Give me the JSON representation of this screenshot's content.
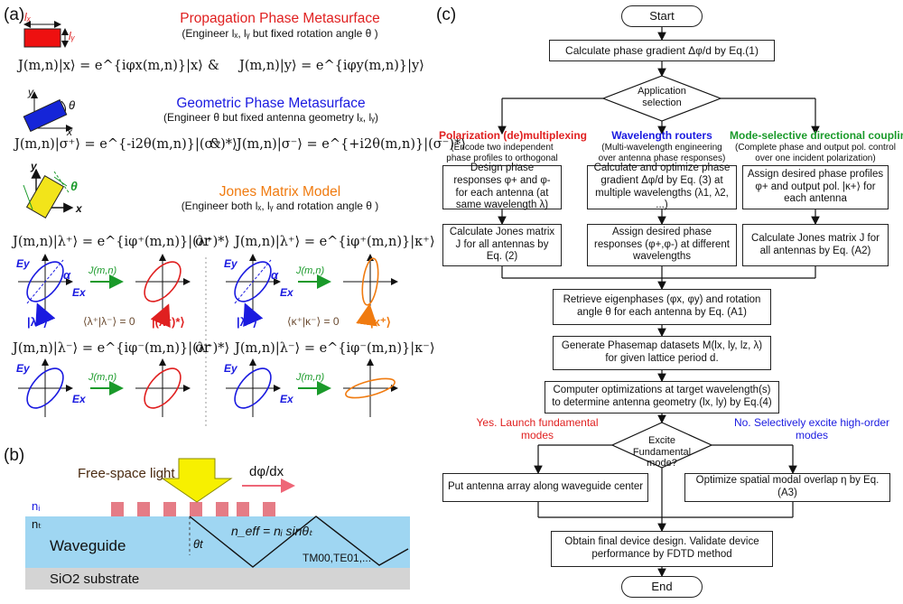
{
  "panels": {
    "a": "(a)",
    "b": "(b)",
    "c": "(c)"
  },
  "panel_a": {
    "propagation": {
      "title": "Propagation Phase Metasurface",
      "subtitle": "(Engineer lₓ, lᵧ but fixed rotation angle θ )",
      "eq_left": "J(m,n)|x⟩ = e^{iφx(m,n)}|x⟩",
      "amp": "&",
      "eq_right": "J(m,n)|y⟩ = e^{iφy(m,n)}|y⟩",
      "lx": "lₓ",
      "ly": "lᵧ"
    },
    "geometric": {
      "title": "Geometric Phase Metasurface",
      "subtitle": "(Engineer θ but fixed antenna geometry lₓ, lᵧ)",
      "eq_left": "J(m,n)|σ⁺⟩ = e^{-i2θ(m,n)}|(σ⁺)*⟩",
      "amp": "&",
      "eq_right": "J(m,n)|σ⁻⟩ = e^{+i2θ(m,n)}|(σ⁻)*⟩",
      "x": "x",
      "y": "y",
      "theta": "θ"
    },
    "jones": {
      "title": "Jones Matrix Model",
      "subtitle": "(Engineer both lₓ, lᵧ and rotation angle θ )",
      "x": "x",
      "y": "y",
      "theta": "θ",
      "eq1": "J(m,n)|λ⁺⟩ = e^{iφ⁺(m,n)}|(λ⁺)*⟩",
      "or1": "or",
      "eq2": "J(m,n)|λ⁺⟩ = e^{iφ⁺(m,n)}|κ⁺⟩",
      "eq3": "J(m,n)|λ⁻⟩ = e^{iφ⁻(m,n)}|(λ⁻)*⟩",
      "or2": "or",
      "eq4": "J(m,n)|λ⁻⟩ = e^{iφ⁻(m,n)}|κ⁻⟩",
      "ey": "Ey",
      "ex": "Ex",
      "jmn": "J(m,n)",
      "alpha": "α",
      "lam_plus": "|λ⁺⟩",
      "lam_plus_star": "|(λ⁺)*⟩",
      "kappa_plus": "|κ⁺⟩",
      "ortho_lam": "⟨λ⁺|λ⁻⟩ = 0",
      "ortho_kappa": "⟨κ⁺|κ⁻⟩ = 0"
    }
  },
  "panel_b": {
    "free_space": "Free-space light",
    "dphi": "dφ/dx",
    "ni": "nᵢ",
    "nt": "nₜ",
    "waveguide": "Waveguide",
    "theta_t": "θt",
    "neff": "n_eff = nᵢ sinθₜ",
    "modes": "TM00,TE01,...",
    "substrate": "SiO2 substrate"
  },
  "flow": {
    "start": "Start",
    "step1": "Calculate phase gradient Δφ/d by Eq.(1)",
    "decision1": "Application selection",
    "col1": {
      "title": "Polarization (de)multiplexing",
      "desc": "(Encode two independent phase profiles to orthogonal inc. pol.)",
      "box1": "Design phase responses φ+ and φ- for each antenna (at same wavelength λ)",
      "box2": "Calculate Jones matrix J for all antennas by Eq. (2)"
    },
    "col2": {
      "title": "Wavelength routers",
      "desc": "(Multi-wavelength engineering over antenna phase responses)",
      "box1": "Calculate and optimize phase gradient Δφ/d by Eq. (3) at multiple wavelengths (λ1, λ2, ...)",
      "box2": "Assign desired phase responses (φ+,φ-) at different wavelengths"
    },
    "col3": {
      "title": "Mode-selective directional coupling",
      "desc": "(Complete phase and output pol. control over one incident polarization)",
      "box1": "Assign desired phase profiles φ+ and output pol. |κ+⟩ for each antenna",
      "box2": "Calculate Jones matrix J for all antennas by Eq. (A2)"
    },
    "step2": "Retrieve eigenphases (φx, φy) and rotation angle θ for each antenna by Eq. (A1)",
    "step3": "Generate Phasemap datasets M(lx, ly, lz, λ) for given lattice period d.",
    "step4": "Computer optimizations at target wavelength(s) to determine antenna geometry (lx, ly) by Eq.(4)",
    "decision2": "Excite Fundamental mode?",
    "yes": "Yes. Launch fundamental modes",
    "no": "No. Selectively excite high-order modes",
    "left_box": "Put antenna array along waveguide center",
    "right_box": "Optimize spatial modal overlap η by Eq.(A3)",
    "final": "Obtain final device design.  Validate device performance by FDTD method",
    "end": "End"
  },
  "colors": {
    "red": "#e02020",
    "blue": "#1a1ae0",
    "orange": "#f07b10",
    "green": "#1a9a2a",
    "waveguide": "#9fd6f2",
    "substrate": "#d4d4d4",
    "antenna": "#e57c86",
    "arrow_yellow": "#f7f000"
  }
}
